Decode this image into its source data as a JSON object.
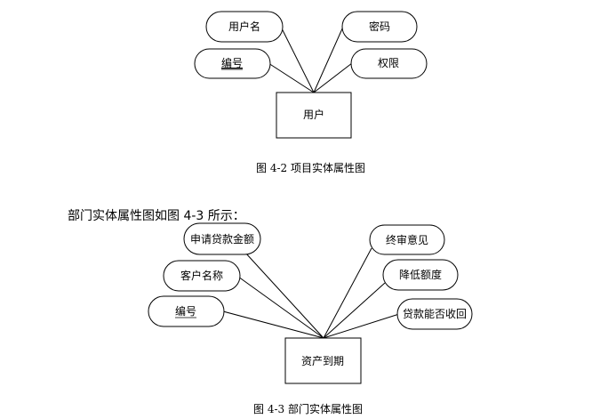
{
  "figure_42": {
    "entity": "用户",
    "attributes": [
      {
        "label": "用户名",
        "key": false
      },
      {
        "label": "编号",
        "key": true
      },
      {
        "label": "密码",
        "key": false
      },
      {
        "label": "权限",
        "key": false
      }
    ],
    "caption": "图 4-2 项目实体属性图"
  },
  "intro_text": "部门实体属性图如图 4-3 所示：",
  "figure_43": {
    "entity": "资产到期",
    "attributes": [
      {
        "label": "申请贷款金额",
        "key": false
      },
      {
        "label": "客户名称",
        "key": false
      },
      {
        "label": "编号",
        "key": true
      },
      {
        "label": "终审意见",
        "key": false
      },
      {
        "label": "降低额度",
        "key": false
      },
      {
        "label": "贷款能否收回",
        "key": false
      }
    ],
    "caption": "图 4-3 部门实体属性图"
  }
}
